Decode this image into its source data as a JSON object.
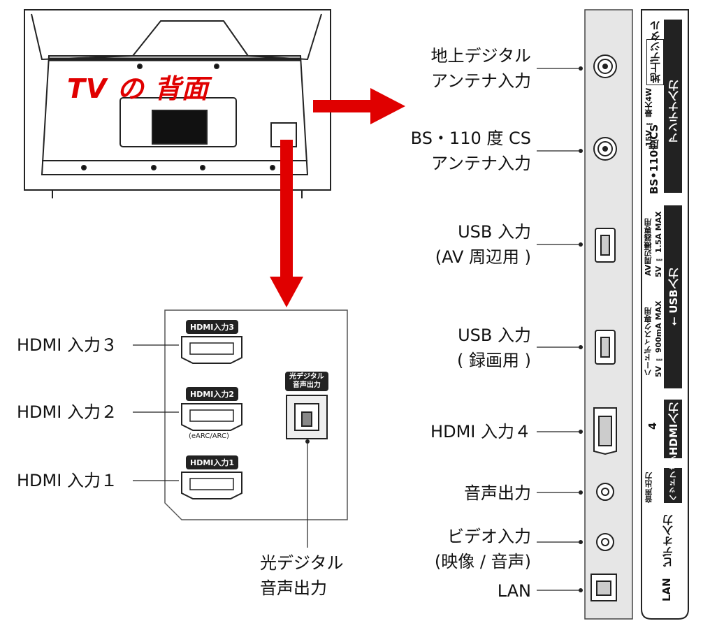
{
  "title": "TV の 背面",
  "side_labels": {
    "terrestrial": [
      "地上デジタル",
      "アンテナ入力"
    ],
    "bs_cs": [
      "BS・110 度 CS",
      "アンテナ入力"
    ],
    "usb_av": [
      "USB 入力",
      "(AV 周辺用 )"
    ],
    "usb_rec": [
      "USB 入力",
      "( 録画用 )"
    ],
    "hdmi4": "HDMI 入力４",
    "audio_out": "音声出力",
    "video_in": [
      "ビデオ入力",
      "(映像 / 音声)"
    ],
    "lan": "LAN"
  },
  "left_labels": {
    "hdmi3": "HDMI 入力３",
    "hdmi2": "HDMI 入力２",
    "hdmi1": "HDMI 入力１"
  },
  "optical_label": [
    "光デジタル",
    "音声出力"
  ],
  "panel_badges": {
    "hdmi3": "HDMI入力3",
    "hdmi2": "HDMI入力2",
    "hdmi1": "HDMI入力1",
    "earc": "(eARC/ARC)",
    "optical": [
      "光デジタル",
      "音声出力"
    ]
  },
  "strip_text": {
    "terrestrial": "地上デジタル",
    "antenna": "アンテナ入力",
    "power": "15V ⎓ 最大4W",
    "bscs": "BS•110度CS",
    "av_peripheral": "AV周辺機器専用",
    "av_rating": "5V ⎓ 1.5A MAX",
    "usb_in": "⭠ USB入力",
    "hdd": "ハードディスク専用",
    "hdd_rating": "5V ⎓ 900mA MAX",
    "hdmi_number": "4",
    "hdmi_in": "HDMI入力",
    "audio_out": "音声出力",
    "headphone": "ヘッドフォン",
    "video_in": "ビデオ入力",
    "lan": "LAN"
  },
  "colors": {
    "arrow": "#e00000",
    "panel": "#e6e6e6",
    "dark": "#222222"
  }
}
